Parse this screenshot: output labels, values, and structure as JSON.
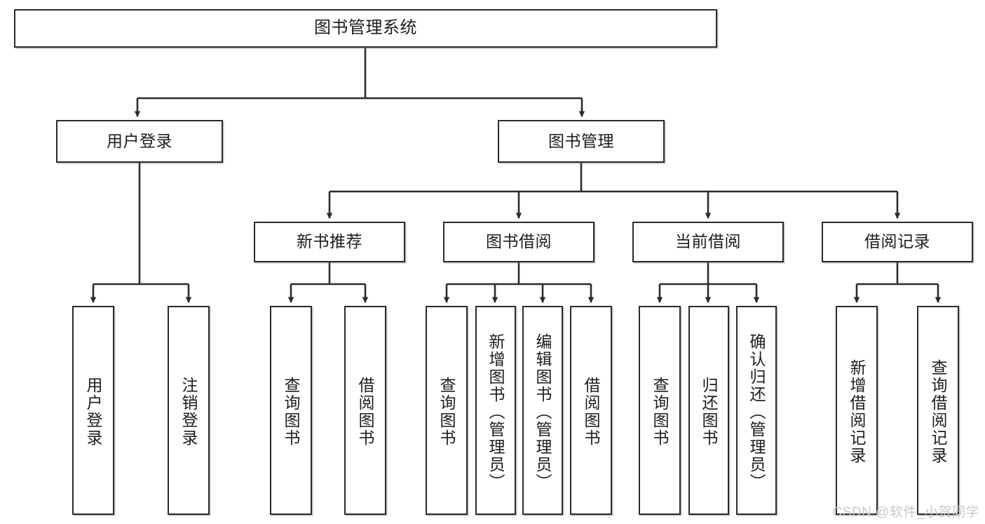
{
  "diagram": {
    "title": "图书管理系统",
    "watermark": "CSDN @软件_小贺同学",
    "colors": {
      "box_border": "#2b2b2b",
      "box_fill": "#ffffff",
      "connector": "#2b2b2b",
      "text": "#1d1d1d",
      "watermark": "#c9c9c9"
    },
    "nodes": {
      "root": {
        "label": "图书管理系统"
      },
      "level2": [
        {
          "label": "用户登录"
        },
        {
          "label": "图书管理"
        }
      ],
      "level3": [
        {
          "label": "新书推荐"
        },
        {
          "label": "图书借阅"
        },
        {
          "label": "当前借阅"
        },
        {
          "label": "借阅记录"
        }
      ],
      "leaves": {
        "user_login": [
          {
            "label": "用户登录"
          },
          {
            "label": "注销登录"
          }
        ],
        "new_book": [
          {
            "label": "查询图书"
          },
          {
            "label": "借阅图书"
          }
        ],
        "book_borrow": [
          {
            "label": "查询图书"
          },
          {
            "label": "新增图书（管理员）"
          },
          {
            "label": "编辑图书（管理员）"
          },
          {
            "label": "借阅图书"
          }
        ],
        "current_borrow": [
          {
            "label": "查询图书"
          },
          {
            "label": "归还图书"
          },
          {
            "label": "确认归还（管理员）"
          }
        ],
        "borrow_record": [
          {
            "label": "新增借阅记录"
          },
          {
            "label": "查询借阅记录"
          }
        ]
      }
    }
  }
}
